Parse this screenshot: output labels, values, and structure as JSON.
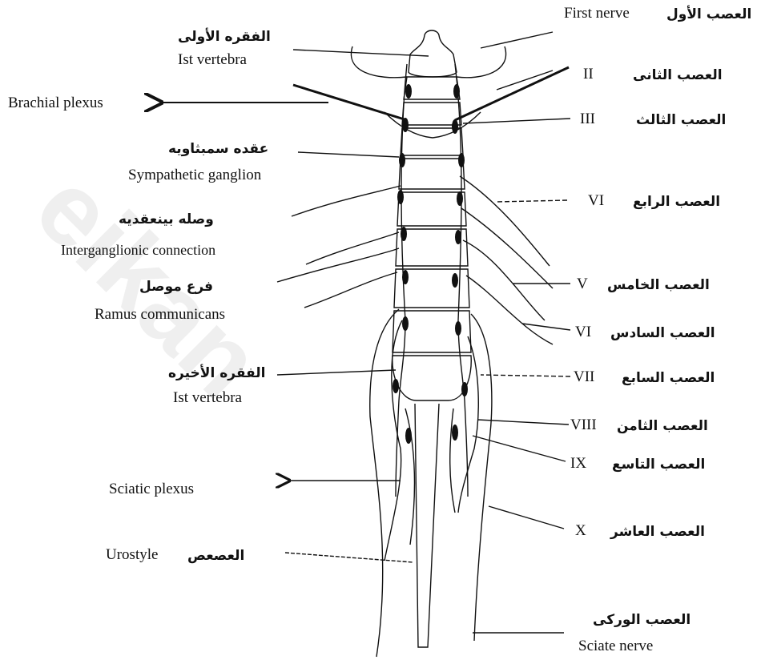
{
  "labels": {
    "first_vertebra_ar": "الفقره الأولى",
    "first_vertebra_en": "Ist vertebra",
    "brachial_plexus": "Brachial plexus",
    "symp_ganglion_ar": "عقده سمبثاويه",
    "symp_ganglion_en": "Sympathetic ganglion",
    "interganglionic_ar": "وصله بينعقديه",
    "interganglionic_en": "Interganglionic  connection",
    "ramus_ar": "فرع موصل",
    "ramus_en": "Ramus communicans",
    "last_vertebra_ar": "الفقره الأخيره",
    "last_vertebra_en": "Ist vertebra",
    "sciatic_plexus": "Sciatic plexus",
    "urostyle_en": "Urostyle",
    "urostyle_ar": "العصعص",
    "sciatic_nerve_ar": "العصب الوركى",
    "sciatic_nerve_en": "Sciate nerve"
  },
  "nerves": [
    {
      "roman": "First nerve",
      "ar": "العصب الأول"
    },
    {
      "roman": "II",
      "ar": "العصب الثانى"
    },
    {
      "roman": "III",
      "ar": "العصب الثالث"
    },
    {
      "roman": "VI",
      "ar": "العصب الرابع"
    },
    {
      "roman": "V",
      "ar": "العصب الخامس"
    },
    {
      "roman": "VI",
      "ar": "العصب السادس"
    },
    {
      "roman": "VII",
      "ar": "العصب السابع"
    },
    {
      "roman": "VIII",
      "ar": "العصب الثامن"
    },
    {
      "roman": "IX",
      "ar": "العصب التاسع"
    },
    {
      "roman": "X",
      "ar": "العصب العاشر"
    }
  ]
}
